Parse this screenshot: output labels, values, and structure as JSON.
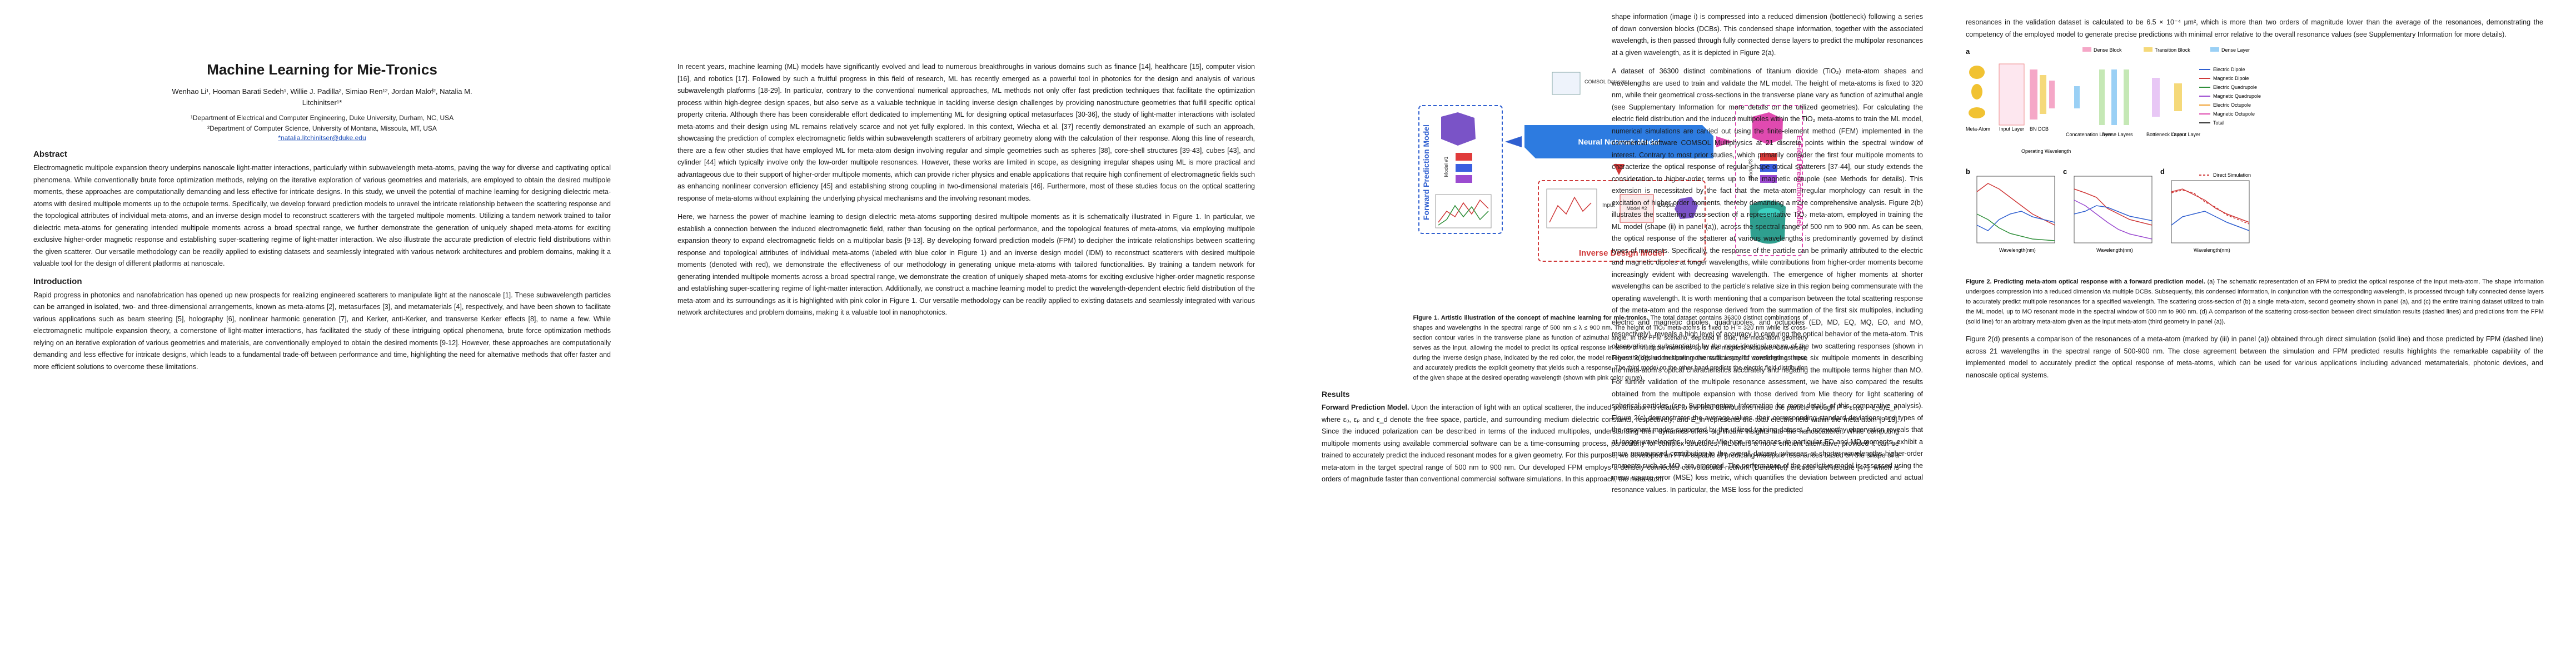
{
  "page1": {
    "title": "Machine Learning for Mie-Tronics",
    "authors": "Wenhao Li¹, Hooman Barati Sedeh¹, Willie J. Padilla², Simiao Ren¹², Jordan Malof², Natalia M. Litchinitser¹*",
    "affiliation1": "¹Department of Electrical and Computer Engineering, Duke University, Durham, NC, USA",
    "affiliation2": "²Department of Computer Science, University of Montana, Missoula, MT, USA",
    "email": "*natalia.litchinitser@duke.edu",
    "abstract_heading": "Abstract",
    "abstract": "Electromagnetic multipole expansion theory underpins nanoscale light-matter interactions, particularly within subwavelength meta-atoms, paving the way for diverse and captivating optical phenomena. While conventionally brute force optimization methods, relying on the iterative exploration of various geometries and materials, are employed to obtain the desired multipole moments, these approaches are computationally demanding and less effective for intricate designs. In this study, we unveil the potential of machine learning for designing dielectric meta-atoms with desired multipole moments up to the octupole terms. Specifically, we develop forward prediction models to unravel the intricate relationship between the scattering response and the topological attributes of individual meta-atoms, and an inverse design model to reconstruct scatterers with the targeted multipole moments. Utilizing a tandem network trained to tailor dielectric meta-atoms for generating intended multipole moments across a broad spectral range, we further demonstrate the generation of uniquely shaped meta-atoms for exciting exclusive higher-order magnetic response and establishing super-scattering regime of light-matter interaction. We also illustrate the accurate prediction of electric field distributions within the given scatterer. Our versatile methodology can be readily applied to existing datasets and seamlessly integrated with various network architectures and problem domains, making it a valuable tool for the design of different platforms at nanoscale.",
    "intro_heading": "Introduction",
    "intro": "Rapid progress in photonics and nanofabrication has opened up new prospects for realizing engineered scatterers to manipulate light at the nanoscale [1]. These subwavelength particles can be arranged in isolated, two- and three-dimensional arrangements, known as meta-atoms [2], metasurfaces [3], and metamaterials [4], respectively, and have been shown to facilitate various applications such as beam steering [5], holography [6], nonlinear harmonic generation [7], and Kerker, anti-Kerker, and transverse Kerker effects [8], to name a few. While electromagnetic multipole expansion theory, a cornerstone of light-matter interactions, has facilitated the study of these intriguing optical phenomena, brute force optimization methods relying on an iterative exploration of various geometries and materials, are conventionally employed to obtain the desired moments [9-12]. However, these approaches are computationally demanding and less effective for intricate designs, which leads to a fundamental trade-off between performance and time, highlighting the need for alternative methods that offer faster and more efficient solutions to overcome these limitations."
  },
  "page2": {
    "para1": "In recent years, machine learning (ML) models have significantly evolved and lead to numerous breakthroughs in various domains such as finance [14], healthcare [15], computer vision [16], and robotics [17]. Followed by such a fruitful progress in this field of research, ML has recently emerged as a powerful tool in photonics for the design and analysis of various subwavelength platforms [18-29]. In particular, contrary to the conventional numerical approaches, ML methods not only offer fast prediction techniques that facilitate the optimization process within high-degree design spaces, but also serve as a valuable technique in tackling inverse design challenges by providing nanostructure geometries that fulfill specific optical property criteria. Although there has been considerable effort dedicated to implementing ML for designing optical metasurfaces [30-36], the study of light-matter interactions with isolated meta-atoms and their design using ML remains relatively scarce and not yet fully explored. In this context, Wiecha et al. [37] recently demonstrated an example of such an approach, showcasing the prediction of complex electromagnetic fields within subwavelength scatterers of arbitrary geometry along with the calculation of their response. Along this line of research, there are a few other studies that have employed ML for meta-atom design involving regular and simple geometries such as spheres [38], core-shell structures [39-43], cubes [43], and cylinder [44] which typically involve only the low-order multipole resonances. However, these works are limited in scope, as designing irregular shapes using ML is more practical and advantageous due to their support of higher-order multipole moments, which can provide richer physics and enable applications that require high confinement of electromagnetic fields such as enhancing nonlinear conversion efficiency [45] and establishing strong coupling in two-dimensional materials [46]. Furthermore, most of these studies focus on the optical scattering response of meta-atoms without explaining the underlying physical mechanisms and the involving resonant modes.",
    "para2": "Here, we harness the power of machine learning to design dielectric meta-atoms supporting desired multipole moments as it is schematically illustrated in Figure 1. In particular, we establish a connection between the induced electromagnetic field, rather than focusing on the optical performance, and the topological features of meta-atoms, via employing multipole expansion theory to expand electromagnetic fields on a multipolar basis [9-13]. By developing forward prediction models (FPM) to decipher the intricate relationships between scattering response and topological attributes of individual meta-atoms (labeled with blue color in Figure 1) and an inverse design model (IDM) to reconstruct scatterers with desired multipole moments (denoted with red), we demonstrate the effectiveness of our methodology in generating unique meta-atoms with tailored functionalities. By training a tandem network for generating intended multipole moments across a broad spectral range, we demonstrate the creation of uniquely shaped meta-atoms for exciting exclusive higher-order magnetic response and establishing super-scattering regime of light-matter interaction. Additionally, we construct a machine learning model to predict the wavelength-dependent electric field distribution of the meta-atom and its surroundings as it is highlighted with pink color in Figure 1. Our versatile methodology can be readily applied to existing datasets and seamlessly integrated with various network architectures and problem domains, making it a valuable tool in nanophotonics."
  },
  "page3": {
    "fig1_labels": {
      "comsol": "COMSOL Datasets",
      "neural_network": "Neural Network Model",
      "forward_model": "Forward Prediction Model",
      "inverse_model": "Inverse Design Model",
      "efield_model": "E-Field Prediction Model",
      "model1": "Model #1",
      "model2": "Model #2",
      "model3": "Model #3",
      "input": "Input",
      "output": "Output"
    },
    "fig1_caption_title": "Figure 1. Artistic illustration of the concept of machine learning for mie-tronics.",
    "fig1_caption": "The total dataset contains 36300 distinct combinations of shapes and wavelengths in the spectral range of 500 nm ≤ λ ≤ 900 nm. The height of TiO₂ meta-atoms is fixed to H = 320 nm while its cross-section contour varies in the transverse plane as function of azimuthal angle. In the FPM scenario, depicted in blue, the meta-atom geometry serves as the input, allowing the model to predict its optical response in terms of multipole moments up to the magnetic octupole. Conversely, during the inverse design phase, indicated by the red color, the model receives the desired multipole moments at a specific wavelength as input, and accurately predicts the explicit geometry that yields such a response. The third model on the other hand predicts the electric field distribution of the given shape at the desired operating wavelength (shown with pink color curve).",
    "results_heading": "Results",
    "runin": "Forward Prediction Model.",
    "results_text": "Upon the interaction of light with an optical scatterer, the induced polarization is related to the field distributions inside the particle through P = ε₀(εₚ − ε_d)E_in where ε₀, εₚ and ε_d denote the free space, particle, and surrounding medium dielectric constants, respectively, and E_in represents the total electric field within the meta-atom [9-13]. Since the induced polarization can be described in terms of the induced multipoles, understanding their dynamics offers significant insights into the nanoscatterer. While computing multipole moments using available commercial software can be a time-consuming process, particularly for complex structures, ML offers a more efficient alternative, provided it can be trained to accurately predict the induced resonant modes for a given geometry. For this purpose, we developed an FPM capable of predicting multipole resonances based on the shape of a meta-atom in the target spectral range of 500 nm to 900 nm. Our developed FPM employs a densely connected convolutional network (DenseNet) encoder architecture [47], which is orders of magnitude faster than conventional commercial software simulations. In this approach, the meta-atom"
  },
  "page4": {
    "col3_text": "shape information (image i) is compressed into a reduced dimension (bottleneck) following a series of down conversion blocks (DCBs). This condensed shape information, together with the associated wavelength, is then passed through fully connected dense layers to predict the multipolar resonances at a given wavelength, as it is depicted in Figure 2(a).",
    "col3_para2": "A dataset of 36300 distinct combinations of titanium dioxide (TiO₂) meta-atom shapes and wavelengths are used to train and validate the ML model. The height of meta-atoms is fixed to 320 nm, while their geometrical cross-sections in the transverse plane vary as function of azimuthal angle (see Supplementary Information for more details on the utilized geometries). For calculating the electric field distribution and the induced multipoles within the TiO₂ meta-atoms to train the ML model, numerical simulations are carried out using the finite-element method (FEM) implemented in the commercial software COMSOL Multiphysics at 21 discrete points within the spectral window of interest. Contrary to most prior studies, which primarily consider the first four multipole moments to characterize the optical response of regular-shape optical scatterers [37-44], our study extends the consideration to higher-order terms up to the magnetic octupole (see Methods for details). This extension is necessitated by the fact that the meta-atom irregular morphology can result in the excitation of higher-order moments, thereby demanding a more comprehensive analysis. Figure 2(b) illustrates the scattering cross-section of a representative TiO₂ meta-atom, employed in training the ML model (shape (ii) in panel (a)), across the spectral range of 500 nm to 900 nm. As can be seen, the optical response of the scatterer at various wavelengths is predominantly governed by distinct types of moments. Specifically, the response of the particle can be primarily attributed to the electric and magnetic dipoles at longer wavelengths, while contributions from higher-order moments become increasingly evident with decreasing wavelength. The emergence of higher moments at shorter wavelengths can be ascribed to the particle's relative size in this region being commensurate with the operating wavelength. It is worth mentioning that a comparison between the total scattering response of the meta-atom and the response derived from the summation of the first six multipoles, including electric and magnetic dipoles, quadrupoles, and octupoles (ED, MD, EQ, MQ, EO, and MO, respectively), reveals a high level of accuracy in capturing the optical behavior of the meta-atom. This observation is substantiated by the near-identical nature of the two scattering responses (shown in Figure 2(b)), underscoring the sufficiency of considering these six multipole moments in describing the meta-atom's optical characteristics accurately and negating the multipole terms higher than MO. For further validation of the multipole resonance assessment, we have also compared the results obtained from the multipole expansion with those derived from Mie theory for light scattering of spherical particles (see Supplementary Information for more details of this comparative analysis). Figure 2(c) demonstrates the average values, their corresponding standard deviations, and types of the resonant modes supported by the utilized training dataset. A noteworthy observation reveals that at longer wavelengths, low order Mie-type resonances, in particular ED and MD moments, exhibit a more pronounced contribution to the overall dataset, whereas at shorter wavelengths higher-order moments such as MO, are emerged. The performance of the predictive model is assessed using the mean square error (MSE) loss metric, which quantifies the deviation between predicted and actual resonance values. In particular, the MSE loss for the predicted",
    "col4_para1": "resonances in the validation dataset is calculated to be 6.5 × 10⁻⁴ μm², which is more than two orders of magnitude lower than the average of the resonances, demonstrating the competency of the employed model to generate precise predictions with minimal error relative to the overall resonance values (see Supplementary Information for more details).",
    "fig2_labels": {
      "a": "a",
      "b": "b",
      "c": "c",
      "d": "d",
      "meta_atom": "Meta-Atom",
      "input_layer": "Input Layer",
      "bn_dcb": "BN DCB",
      "operating_wavelength": "Operating Wavelength",
      "concat_layer": "Concatenation Layer",
      "dense_layers": "Dense Layers",
      "bottleneck": "Bottleneck Layer",
      "output_layer": "Output Layer",
      "dense_block": "Dense Block",
      "transition_block": "Transition Block",
      "dense_layer": "Dense Layer",
      "direct_sim": "Direct Simulation",
      "x_axis": "Wavelength(nm)",
      "legend": [
        "Electric Dipole",
        "Magnetic Dipole",
        "Electric Quadrupole",
        "Magnetic Quadrupole",
        "Electric Octupole",
        "Magnetic Octupole",
        "Total"
      ]
    },
    "fig2_caption_title": "Figure 2. Predicting meta-atom optical response with a forward prediction model.",
    "fig2_caption": "(a) The schematic representation of an FPM to predict the optical response of the input meta-atom. The shape information undergoes compression into a reduced dimension via multiple DCBs. Subsequently, this condensed information, in conjunction with the corresponding wavelength, is processed through fully connected dense layers to accurately predict multipole resonances for a specified wavelength. The scattering cross-section of (b) a single meta-atom, second geometry shown in panel (a), and (c) the entire training dataset utilized to train the ML model, up to MO resonant mode in the spectral window of 500 nm to 900 nm. (d) A comparison of the scattering cross-section between direct simulation results (dashed lines) and predictions from the FPM (solid line) for an arbitrary meta-atom given as the input meta-atom (third geometry in panel (a)).",
    "col4_para2": "Figure 2(d) presents a comparison of the resonances of a meta-atom (marked by (iii) in panel (a)) obtained through direct simulation (solid line) and those predicted by FPM (dashed line) across 21 wavelengths in the spectral range of 500-900 nm. The close agreement between the simulation and FPM predicted results highlights the remarkable capability of the implemented model to accurately predict the optical response of meta-atoms, which can be used for various applications including advanced metamaterials, photonic devices, and nanoscale optical systems."
  },
  "colors": {
    "forward_blue": "#2f5fd0",
    "inverse_red": "#d03a3a",
    "efield_pink": "#e04ab0",
    "nn_blue": "#2d7be0",
    "link_blue": "#1f4fb8"
  }
}
